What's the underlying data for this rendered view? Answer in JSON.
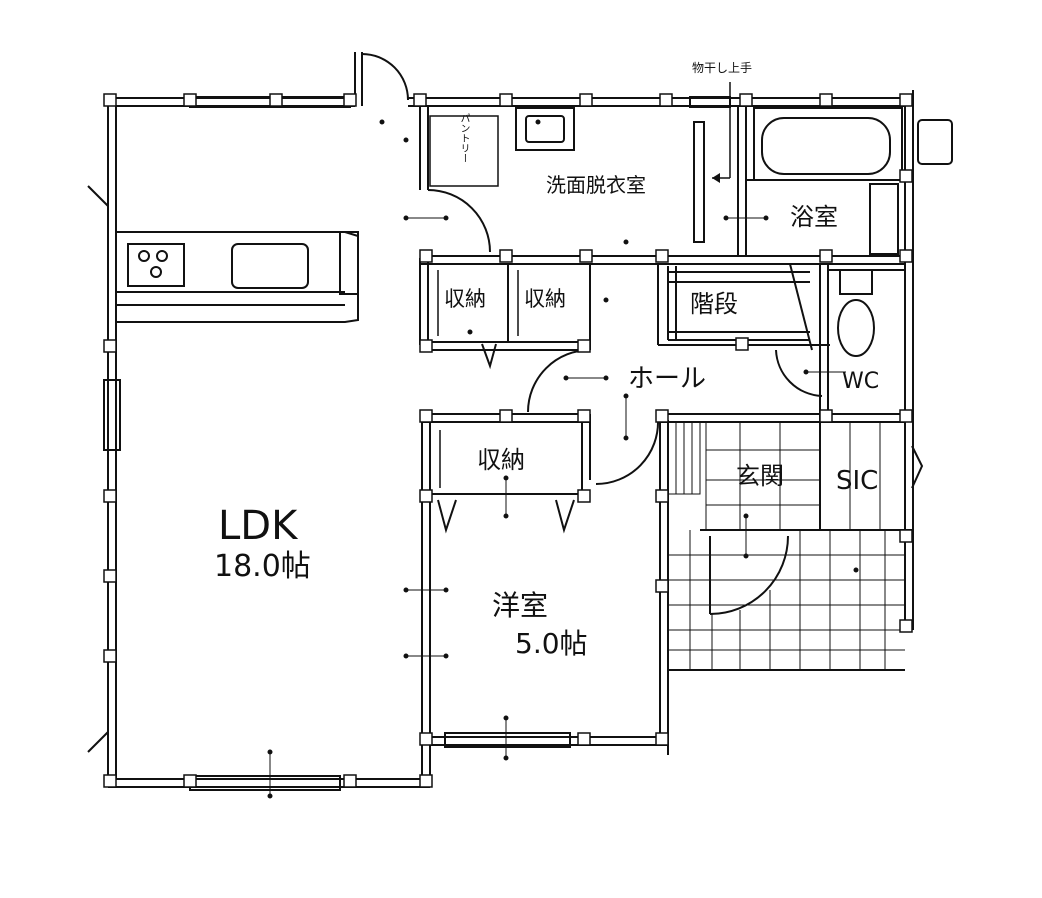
{
  "rooms": {
    "ldk": "LDK",
    "ldk_size": "18.0帖",
    "washroom": "洗面脱衣室",
    "bathroom": "浴室",
    "storage_1": "収納",
    "storage_2": "収納",
    "stairs": "階段",
    "hall": "ホール",
    "wc": "WC",
    "storage_3": "収納",
    "entrance": "玄関",
    "sic": "SIC",
    "western_room": "洋室",
    "western_size": "5.0帖",
    "laundry_pole": "物干し上手",
    "pantry": "パントリー"
  },
  "colors": {
    "line": "#111111",
    "background": "#ffffff"
  }
}
